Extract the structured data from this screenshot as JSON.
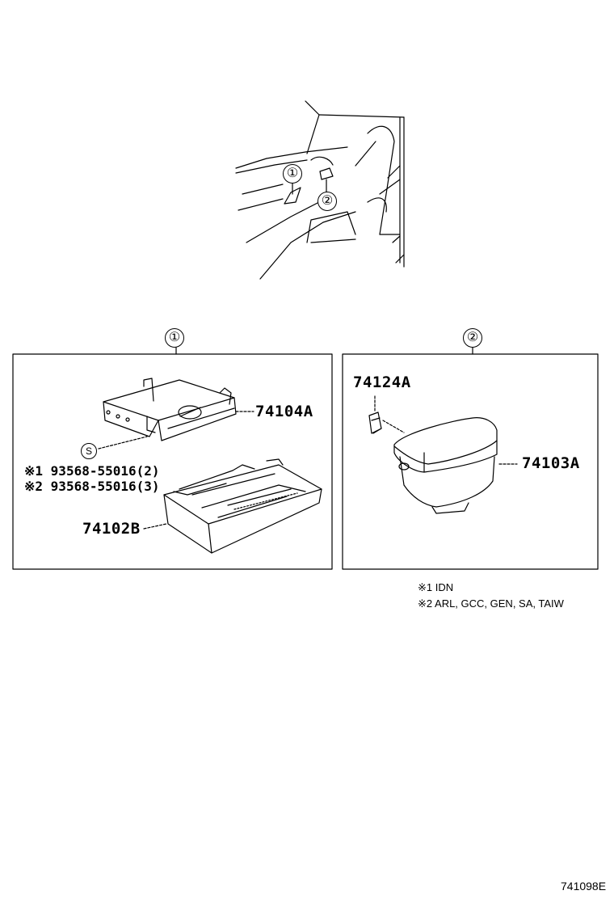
{
  "overview": {
    "callout_1": "①",
    "callout_2": "②"
  },
  "panels": [
    {
      "header": "①",
      "screw_marker": "S",
      "parts": {
        "p74104a": "74104A",
        "p74102b": "74102B",
        "screw_1": "※1 93568-55016(2)",
        "screw_2": "※2 93568-55016(3)"
      }
    },
    {
      "header": "②",
      "parts": {
        "p74124a": "74124A",
        "p74103a": "74103A"
      }
    }
  ],
  "notes": [
    "※1  IDN",
    "※2  ARL, GCC, GEN, SA, TAIW"
  ],
  "figure_code": "741098E"
}
